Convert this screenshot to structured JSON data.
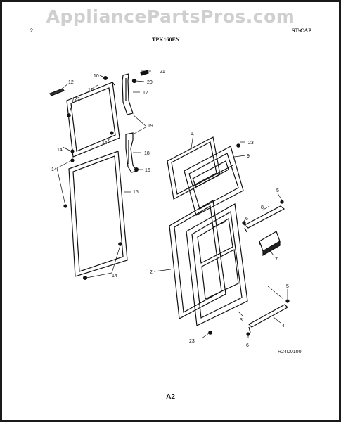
{
  "header": {
    "watermark": "AppliancePartsPros.com",
    "page_number": "2",
    "model": "TPK160EN",
    "section": "ST-CAP"
  },
  "drawing_code": "R24D0100",
  "footer": {
    "page_label": "A2"
  },
  "callouts": [
    "1",
    "2",
    "3",
    "4",
    "5",
    "6",
    "7",
    "8",
    "9",
    "10",
    "11",
    "12",
    "14",
    "15",
    "16",
    "17",
    "18",
    "19",
    "20",
    "21",
    "22",
    "23"
  ]
}
